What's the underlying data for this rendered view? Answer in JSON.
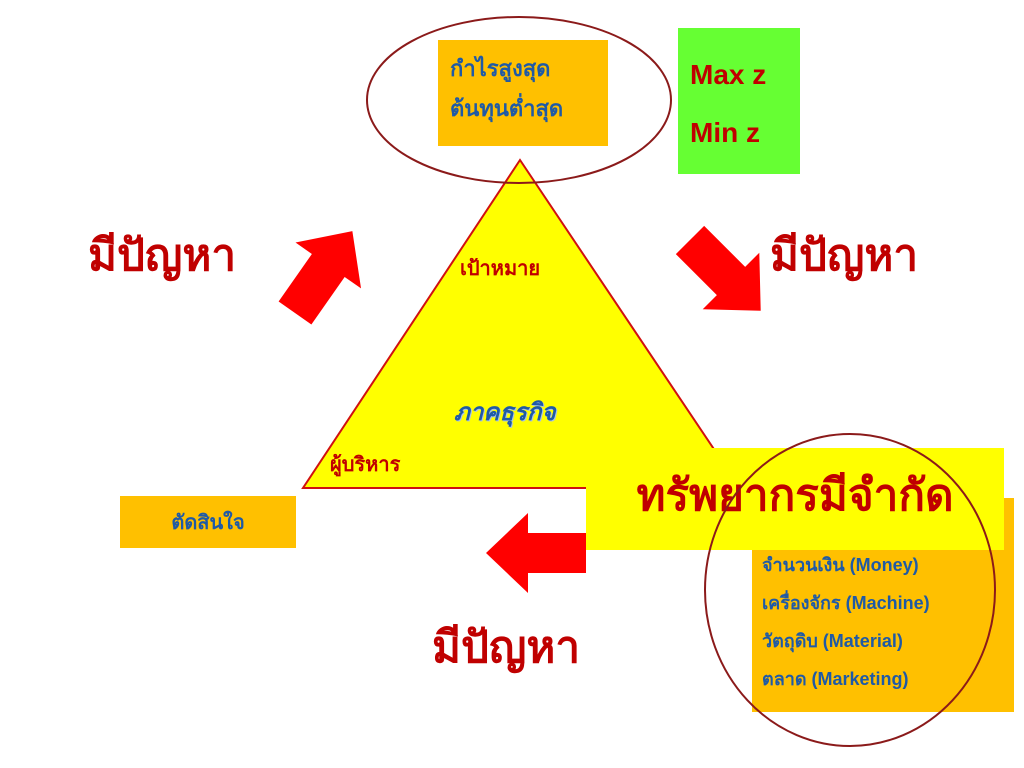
{
  "objective_box": {
    "line1": "กำไรสูงสุด",
    "line2": "ต้นทุนต่ำสุด"
  },
  "math_box": {
    "max": "Max z",
    "min": "Min z"
  },
  "problem_label": "มีปัญหา",
  "triangle": {
    "top": "เป้าหมาย",
    "center": "ภาคธุรกิจ",
    "left": "ผู้บริหาร"
  },
  "decision_box": "ตัดสินใจ",
  "resources": {
    "title": "ทรัพยากรมีจำกัด",
    "items": [
      "จำนวนเงิน (Money)",
      "เครื่องจักร (Machine)",
      "วัตถุดิบ (Material)",
      "ตลาด (Marketing)"
    ]
  },
  "colors": {
    "red": "#ff0000",
    "dark_red": "#c00000",
    "yellow": "#ffff00",
    "orange": "#ffc000",
    "green": "#66ff33",
    "blue": "#1f5aa6",
    "circle": "#8b1a1a"
  }
}
